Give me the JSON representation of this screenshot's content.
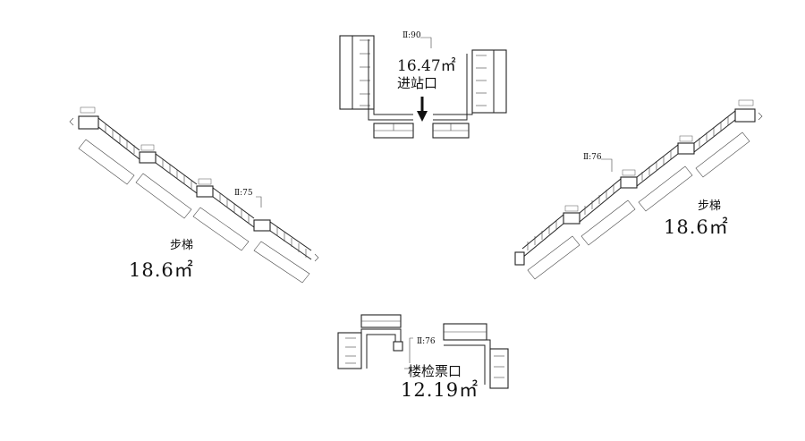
{
  "colors": {
    "line": "#222222",
    "background": "#ffffff"
  },
  "labels": {
    "top_elevation": "Ⅱ:90",
    "top_area": "16.47㎡",
    "top_name": "进站口",
    "left_elevation": "Ⅱ:75",
    "left_name": "步梯",
    "left_area": "18.6㎡",
    "right_elevation": "Ⅱ:76",
    "right_name": "步梯",
    "right_area": "18.6㎡",
    "bottom_elevation": "Ⅱ:76",
    "bottom_name": "楼检票口",
    "bottom_area": "12.19㎡"
  }
}
